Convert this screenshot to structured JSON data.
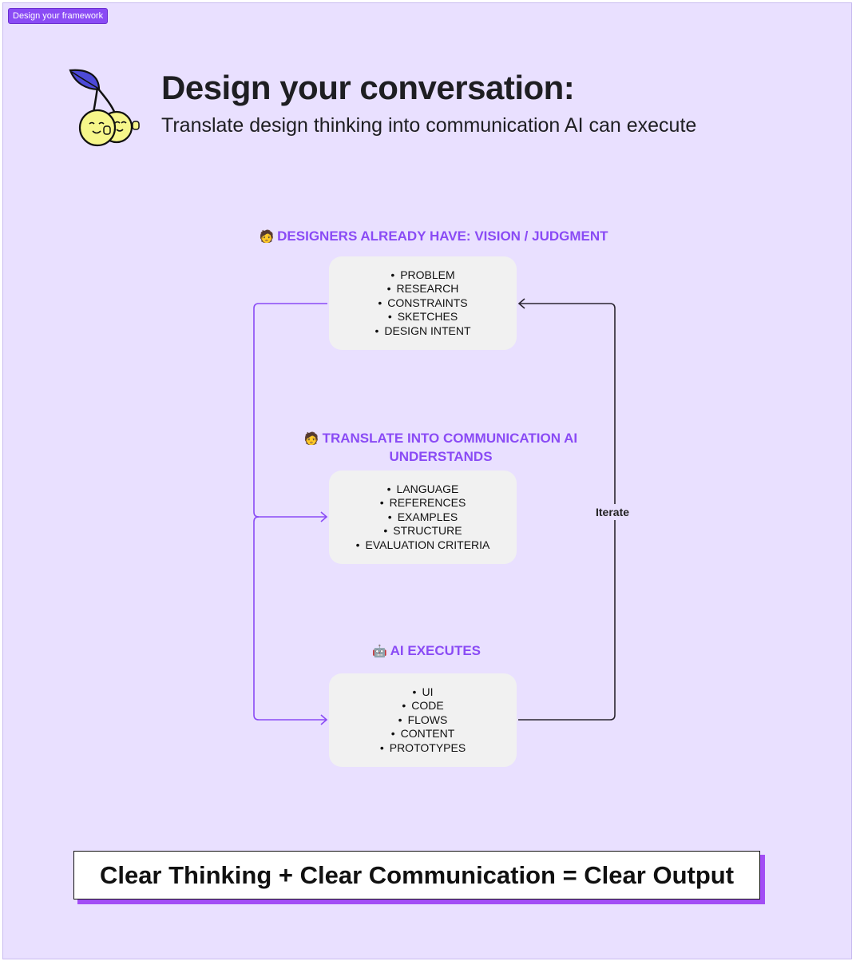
{
  "frame": {
    "label": "Design your framework"
  },
  "header": {
    "title": "Design your conversation:",
    "subtitle": "Translate design thinking into communication AI can execute"
  },
  "sections": [
    {
      "emoji": "🧑",
      "title": "DESIGNERS ALREADY HAVE: VISION / JUDGMENT",
      "items": [
        "PROBLEM",
        "RESEARCH",
        "CONSTRAINTS",
        "SKETCHES",
        "DESIGN INTENT"
      ]
    },
    {
      "emoji": "🧑",
      "title": "TRANSLATE INTO COMMUNICATION AI UNDERSTANDS",
      "items": [
        "LANGUAGE",
        "REFERENCES",
        "EXAMPLES",
        "STRUCTURE",
        "EVALUATION CRITERIA"
      ]
    },
    {
      "emoji": "🤖",
      "title": "AI EXECUTES",
      "items": [
        "UI",
        "CODE",
        "FLOWS",
        "CONTENT",
        "PROTOTYPES"
      ]
    }
  ],
  "loop_label": "Iterate",
  "footer": {
    "equation": "Clear Thinking + Clear Communication = Clear Output"
  },
  "colors": {
    "accent": "#8a4bf5",
    "background": "#e9e0ff",
    "box": "#f1f1f1",
    "loop_line": "#2a2530"
  }
}
